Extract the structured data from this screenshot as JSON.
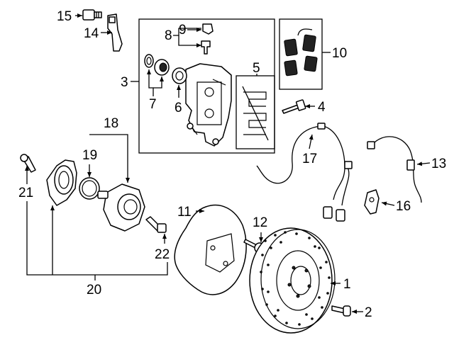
{
  "diagram": {
    "callouts": {
      "c1": "1",
      "c2": "2",
      "c3": "3",
      "c4": "4",
      "c5": "5",
      "c6": "6",
      "c7": "7",
      "c8": "8",
      "c9": "9",
      "c10": "10",
      "c11": "11",
      "c12": "12",
      "c13": "13",
      "c14": "14",
      "c15": "15",
      "c16": "16",
      "c17": "17",
      "c18": "18",
      "c19": "19",
      "c20": "20",
      "c21": "21",
      "c22": "22"
    },
    "parts": [
      "brake-rotor",
      "rotor-screw",
      "caliper-assembly",
      "caliper-bolt",
      "pad-clip-kit",
      "caliper-piston",
      "piston-seal",
      "bleeder-screw",
      "bleeder-cap",
      "brake-pads",
      "splash-shield",
      "shield-bolt",
      "speed-sensor",
      "sensor-bracket",
      "bracket-bolt",
      "abs-sensor",
      "wear-sensor-harness",
      "wheel-hub",
      "snap-ring",
      "bearing-assembly",
      "bearing-bolt",
      "hub-bolt"
    ]
  }
}
